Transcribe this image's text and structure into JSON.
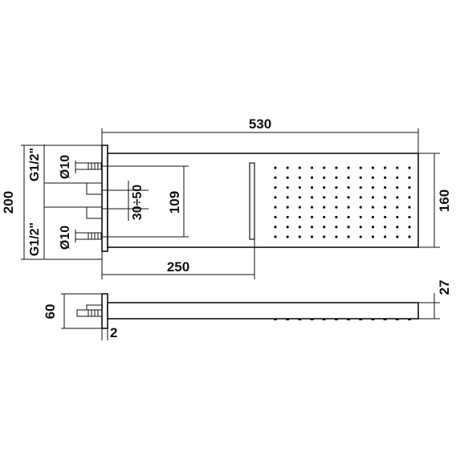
{
  "drawing": {
    "type": "technical-drawing",
    "dimensions": {
      "total_length": "530",
      "body_height": "160",
      "total_height": "200",
      "inlet_spacing": "109",
      "adjust_range": "30÷50",
      "inlet_offset": "250",
      "side_height": "60",
      "side_gap": "2",
      "spout_thickness": "27"
    },
    "inlets": {
      "upper_thread": "G1/2\"",
      "lower_thread": "G1/2\"",
      "upper_diameter": "Ø10",
      "lower_diameter": "Ø10"
    },
    "nozzle_grid": {
      "rows": 8,
      "cols": 12
    },
    "side_nozzles": 12
  }
}
